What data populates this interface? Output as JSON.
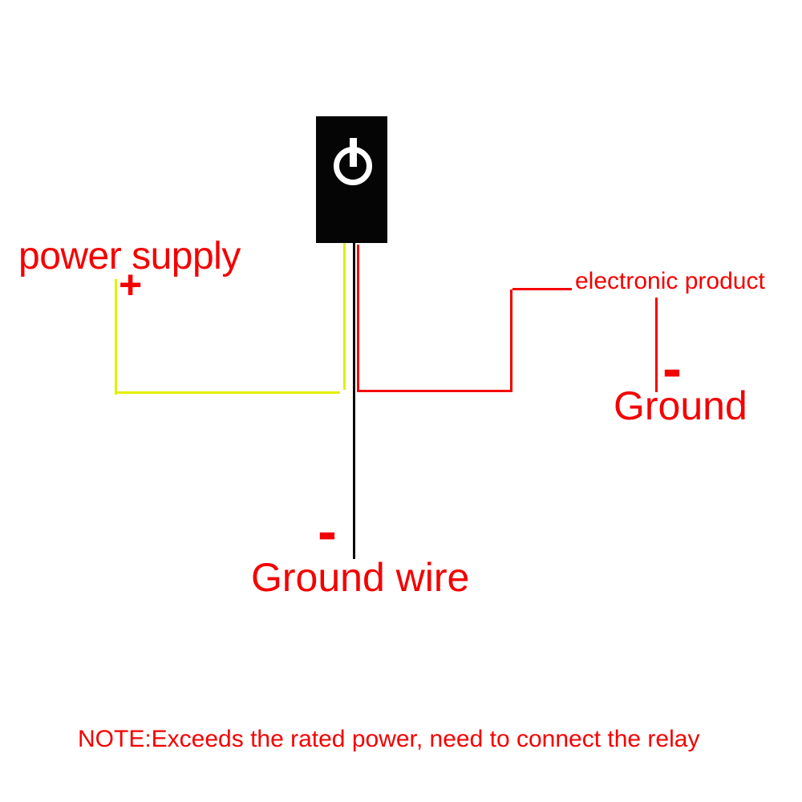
{
  "diagram": {
    "type": "wiring-diagram",
    "switch": {
      "icon": "power-icon"
    },
    "labels": {
      "power_supply": "power supply",
      "plus": "+",
      "electronic_product": "electronic product",
      "ground_minus": "-",
      "ground": "Ground",
      "ground_wire_minus": "-",
      "ground_wire": "Ground wire",
      "note": "NOTE:Exceeds the rated power, need to connect the relay"
    },
    "colors": {
      "label_red": "#f40000",
      "wire_red": "#f40000",
      "wire_yellow": "#e1f000",
      "wire_black": "#0a0a0a",
      "switch_body": "#050505",
      "power_icon": "#ffffff",
      "background": "#ffffff"
    }
  }
}
